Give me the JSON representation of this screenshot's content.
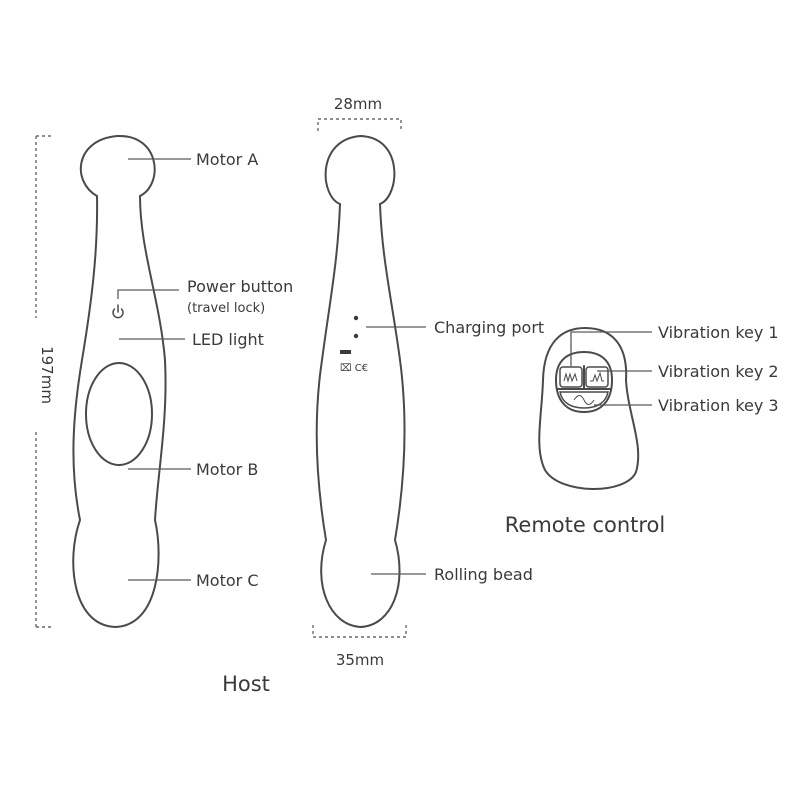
{
  "colors": {
    "outline": "#4a4a4a",
    "text": "#3a3a3a",
    "background": "#ffffff"
  },
  "labels": {
    "motor_a": "Motor A",
    "power_button": "Power button",
    "travel_lock": "(travel lock)",
    "led_light": "LED light",
    "motor_b": "Motor B",
    "motor_c": "Motor C",
    "charging_port": "Charging port",
    "rolling_bead": "Rolling bead",
    "vibration_key_1": "Vibration key 1",
    "vibration_key_2": "Vibration key 2",
    "vibration_key_3": "Vibration key 3"
  },
  "dimensions": {
    "length": "197mm",
    "top_width": "28mm",
    "bottom_width": "35mm"
  },
  "titles": {
    "host": "Host",
    "remote": "Remote control"
  },
  "icons": [
    "power-icon",
    "mode-wave-icon",
    "mode-pulse-icon",
    "mode-sine-icon",
    "certification-marks-icon"
  ]
}
